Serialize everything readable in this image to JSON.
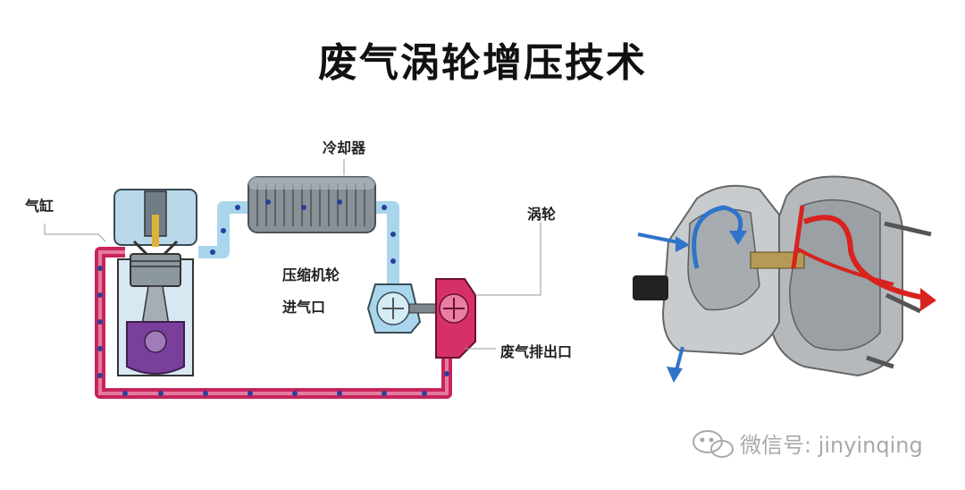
{
  "title": "废气涡轮增压技术",
  "labels": {
    "cylinder": "气缸",
    "cooler": "冷却器",
    "turbine": "涡轮",
    "compressor": "压缩机轮",
    "intake": "进气口",
    "exhaust_outlet": "废气排出口"
  },
  "watermark": "微信号: jinyinqing",
  "colors": {
    "hot_pipe": "#c8245a",
    "cold_pipe": "#a9d6ec",
    "flow_dot": "#2a3f9a",
    "blue_arrow": "#2f74c9",
    "red_arrow": "#d8231f"
  }
}
